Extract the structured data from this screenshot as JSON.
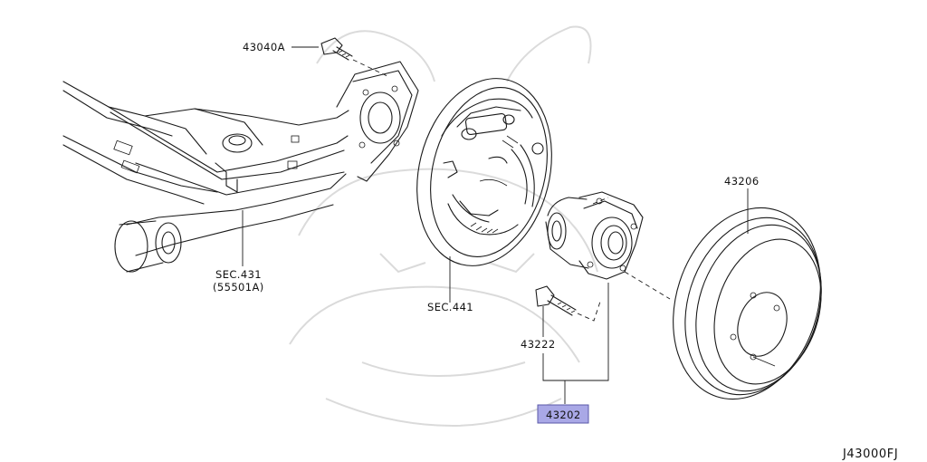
{
  "labels": {
    "bolt_top": "43040A",
    "drum": "43206",
    "sec431_line1": "SEC.431",
    "sec431_line2": "(55501A)",
    "sec441": "SEC.441",
    "stud": "43222",
    "hub_assembly": "43202",
    "diagram_code": "J43000FJ"
  },
  "colors": {
    "highlight_fill": "#a9a8e6",
    "highlight_stroke": "#5a58a8",
    "line": "#1a1a1a",
    "watermark": "#d7d7d7"
  }
}
